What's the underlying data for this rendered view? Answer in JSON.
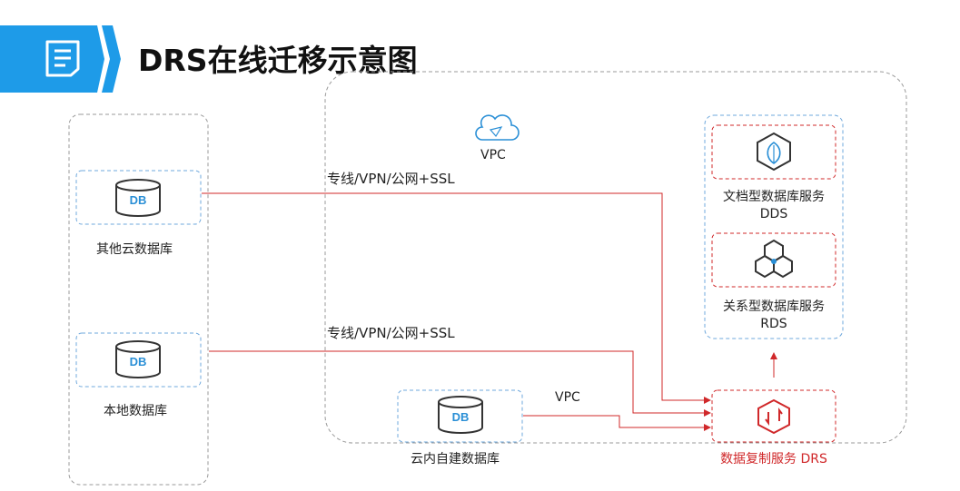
{
  "title": "DRS在线迁移示意图",
  "nodes": {
    "other_cloud_db": {
      "icon_text": "DB",
      "label": "其他云数据库"
    },
    "local_db": {
      "icon_text": "DB",
      "label": "本地数据库"
    },
    "cloud_self_built_db": {
      "icon_text": "DB",
      "label": "云内自建数据库"
    },
    "vpc_cloud": {
      "label": "VPC"
    },
    "dds": {
      "label_line1": "文档型数据库服务",
      "label_line2": "DDS"
    },
    "rds": {
      "label_line1": "关系型数据库服务",
      "label_line2": "RDS"
    },
    "drs": {
      "label": "数据复制服务 DRS"
    }
  },
  "links": {
    "upper": "专线/VPN/公网+SSL",
    "lower": "专线/VPN/公网+SSL",
    "vpc": "VPC"
  },
  "colors": {
    "accent_blue": "#1e9be8",
    "db_blue": "#2a8fd6",
    "dashed_blue": "#6fa8dc",
    "red": "#d0282a",
    "gray_border": "#9a9a9a"
  }
}
